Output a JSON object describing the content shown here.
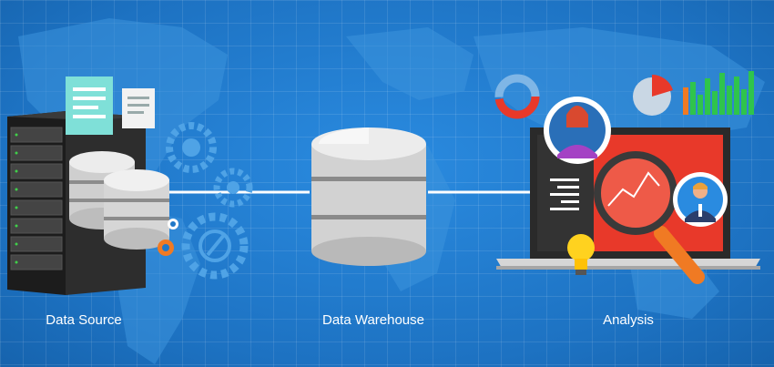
{
  "stages": [
    {
      "label": "Data Source"
    },
    {
      "label": "Data Warehouse"
    },
    {
      "label": "Analysis"
    }
  ],
  "colors": {
    "background": "#1f78c8",
    "accent_red": "#e8392a",
    "accent_orange": "#f07a23",
    "server": "#2b2b2b",
    "database": "#d9d9d9",
    "chart_green": "#2fc44c",
    "chart_blue": "#1f78c8"
  },
  "icons": [
    "server-rack-icon",
    "database-icon",
    "document-icon",
    "gear-icon",
    "laptop-icon",
    "magnifier-icon",
    "donut-chart-icon",
    "pie-chart-icon",
    "bar-chart-icon",
    "lightbulb-icon",
    "user-avatar-icon"
  ]
}
